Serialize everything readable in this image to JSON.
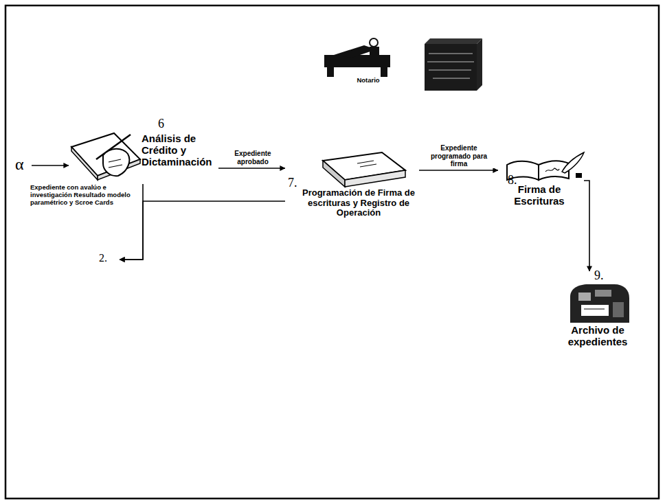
{
  "diagram": {
    "nodes": [
      {
        "text": [
          "α"
        ]
      },
      {
        "text": [
          "6",
          "Análisis de Crédito y Dictaminación"
        ]
      },
      {
        "text": [
          "7.",
          "Programación de Firma de escrituras y Registro de Operación"
        ]
      },
      {
        "text": [
          "8.",
          "Firma de Escrituras"
        ]
      },
      {
        "text": [
          "9.",
          "Archivo de expedientes"
        ]
      },
      {
        "text": [
          "2."
        ]
      }
    ],
    "edges": [
      {
        "from": 0,
        "to": 1,
        "arrow": "to"
      },
      {
        "from": 1,
        "to": 2,
        "label": "Expediente aprobado",
        "arrow": "to"
      },
      {
        "from": 2,
        "to": 3,
        "label": "Expediente programado para firma",
        "arrow": "to"
      },
      {
        "from": 3,
        "to": 4,
        "arrow": "to"
      },
      {
        "from": 1,
        "to": 5,
        "arrow": "to"
      },
      {
        "from": 2,
        "to": 5,
        "arrow": "to"
      }
    ],
    "labels": [
      "Expediente con avalúo e investigación Resultado modelo paramétrico y Scroe Cards",
      "Notario"
    ]
  }
}
